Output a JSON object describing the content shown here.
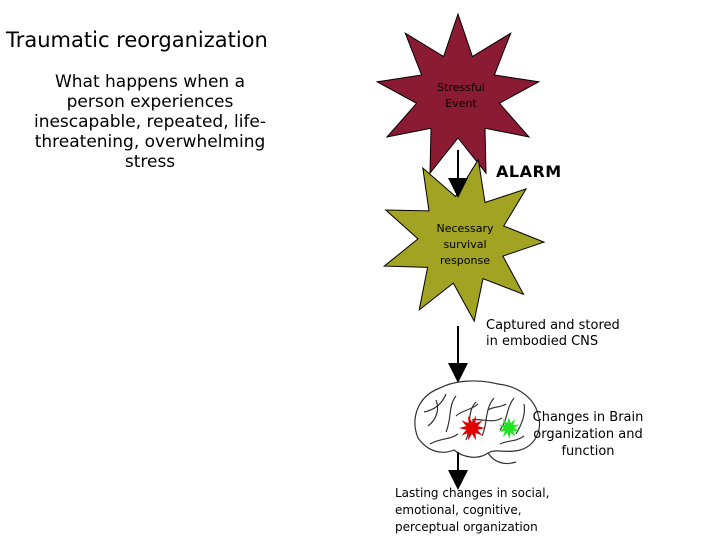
{
  "title": "Traumatic reorganization",
  "subtitle": "What happens when a person experiences inescapable, repeated, life-threatening, overwhelming stress",
  "colors": {
    "stress_burst": "#8a1b33",
    "survival_burst": "#a2a223",
    "alarm_mark": "#e00000",
    "change_mark": "#1ee31e"
  },
  "nodes": {
    "stressful_event": "Stressful Event",
    "alarm": "ALARM",
    "survival_response": "Necessary survival response",
    "captured": "Captured and stored in embodied CNS",
    "brain_changes": "Changes in Brain organization and function",
    "lasting_changes": "Lasting changes in social, emotional, cognitive, perceptual organization"
  }
}
